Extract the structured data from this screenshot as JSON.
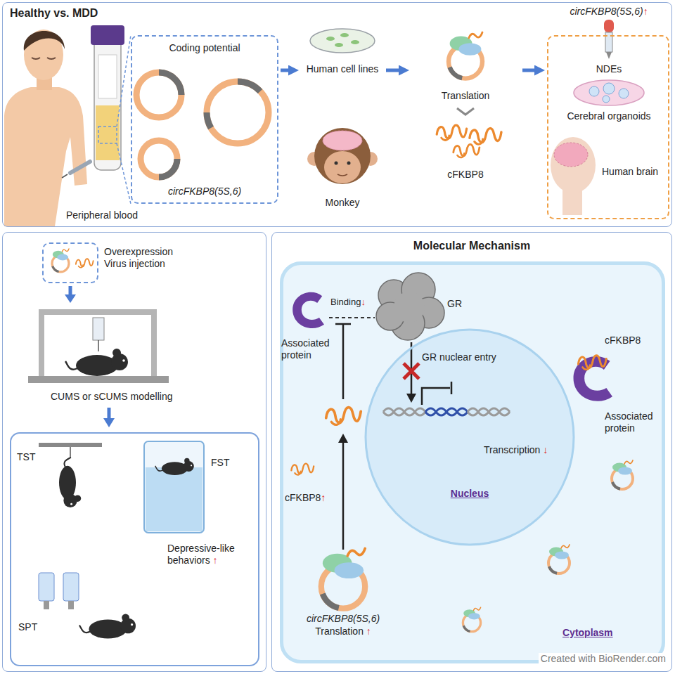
{
  "diagram": {
    "nodes": [
      {
        "text": [
          "Healthy vs. MDD"
        ]
      },
      {
        "text": [
          "Coding potential",
          "circFKBP8(5S,6)"
        ],
        "in": 0
      },
      {
        "text": [
          "Human cell lines",
          "Monkey"
        ],
        "in": 0
      },
      {
        "text": [
          "Translation",
          "cFKBP8"
        ],
        "in": 0
      },
      {
        "text": [
          "circFKBP8(5S,6)↑",
          "NDEs",
          "Cerebral organoids",
          "Human brain"
        ],
        "in": 0
      },
      {
        "text": [
          "CUMS or sCUMS modelling"
        ]
      },
      {
        "text": [
          "Overexpression Virus injection"
        ],
        "in": 5
      },
      {
        "text": [
          "TST",
          "FST",
          "Depressive-like behaviors ↑",
          "SPT"
        ],
        "in": 5
      },
      {
        "text": [
          "Molecular Mechanism"
        ]
      },
      {
        "text": [
          "Cytoplasm"
        ],
        "in": 8
      },
      {
        "text": [
          "Transcription ↓",
          "Nucleus"
        ],
        "in": 9
      }
    ],
    "edges": [
      {
        "from": 1,
        "to": 2,
        "arrow": "to"
      },
      {
        "from": 2,
        "to": 3,
        "arrow": "to"
      },
      {
        "from": 3,
        "to": 4,
        "arrow": "to"
      }
    ],
    "labels": [
      "Peripheral blood",
      "Binding↓",
      "GR",
      "Associated protein",
      "GR nuclear entry",
      "cFKBP8",
      "Associated protein",
      "cFKBP8↑",
      "circFKBP8(5S,6)",
      "Translation ↑",
      "Created with BioRender.com"
    ]
  }
}
